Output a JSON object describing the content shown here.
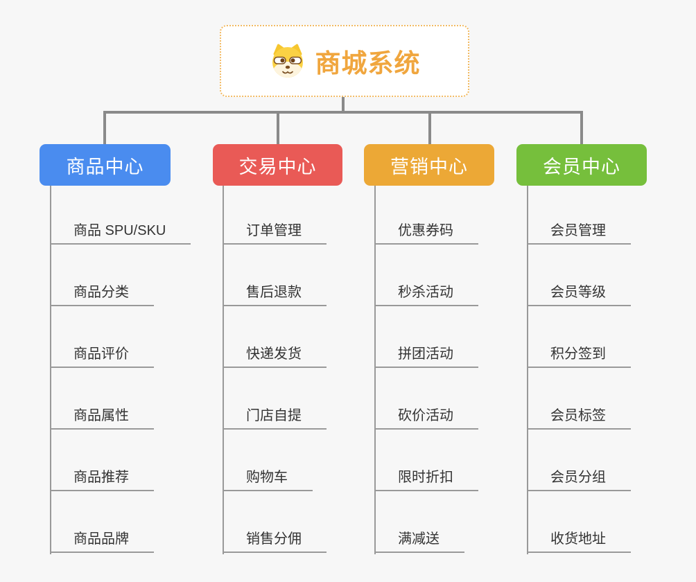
{
  "page": {
    "background_color": "#f7f7f7",
    "connector_color": "#8a8a8a",
    "line_color": "#999999",
    "leaf_text_color": "#333333"
  },
  "root": {
    "title": "商城系统",
    "icon": "dog-face-icon",
    "text_color": "#f0a63e",
    "border_color": "#f2ba62"
  },
  "branches": [
    {
      "label": "商品中心",
      "color": "#4a8cef",
      "items": [
        "商品 SPU/SKU",
        "商品分类",
        "商品评价",
        "商品属性",
        "商品推荐",
        "商品品牌"
      ]
    },
    {
      "label": "交易中心",
      "color": "#e95a56",
      "items": [
        "订单管理",
        "售后退款",
        "快递发货",
        "门店自提",
        "购物车",
        "销售分佣"
      ]
    },
    {
      "label": "营销中心",
      "color": "#eca836",
      "items": [
        "优惠券码",
        "秒杀活动",
        "拼团活动",
        "砍价活动",
        "限时折扣",
        "满减送"
      ]
    },
    {
      "label": "会员中心",
      "color": "#76bf3c",
      "items": [
        "会员管理",
        "会员等级",
        "积分签到",
        "会员标签",
        "会员分组",
        "收货地址"
      ]
    }
  ]
}
